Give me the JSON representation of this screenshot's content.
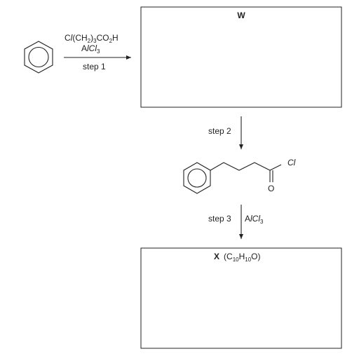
{
  "reagents_step1": {
    "line1": {
      "a": "C",
      "b": "l",
      "c": "(CH",
      "d": "2",
      "e": ")",
      "f": "3",
      "g": "CO",
      "h": "2",
      "i": "H"
    },
    "line2": {
      "a": "A",
      "b": "lCl",
      "c": "3"
    },
    "step": "step 1"
  },
  "box_w": {
    "label": "W"
  },
  "step2": {
    "label": "step 2"
  },
  "intermediate": {
    "chloride": "Cl",
    "oxygen": "O"
  },
  "step3": {
    "label": "step 3",
    "reagent_a": "A",
    "reagent_b": "lCl",
    "reagent_sub": "3"
  },
  "box_x": {
    "label": "X",
    "formula_open": "(C",
    "sub1": "10",
    "h": "H",
    "sub2": "10",
    "formula_close": "O)"
  }
}
